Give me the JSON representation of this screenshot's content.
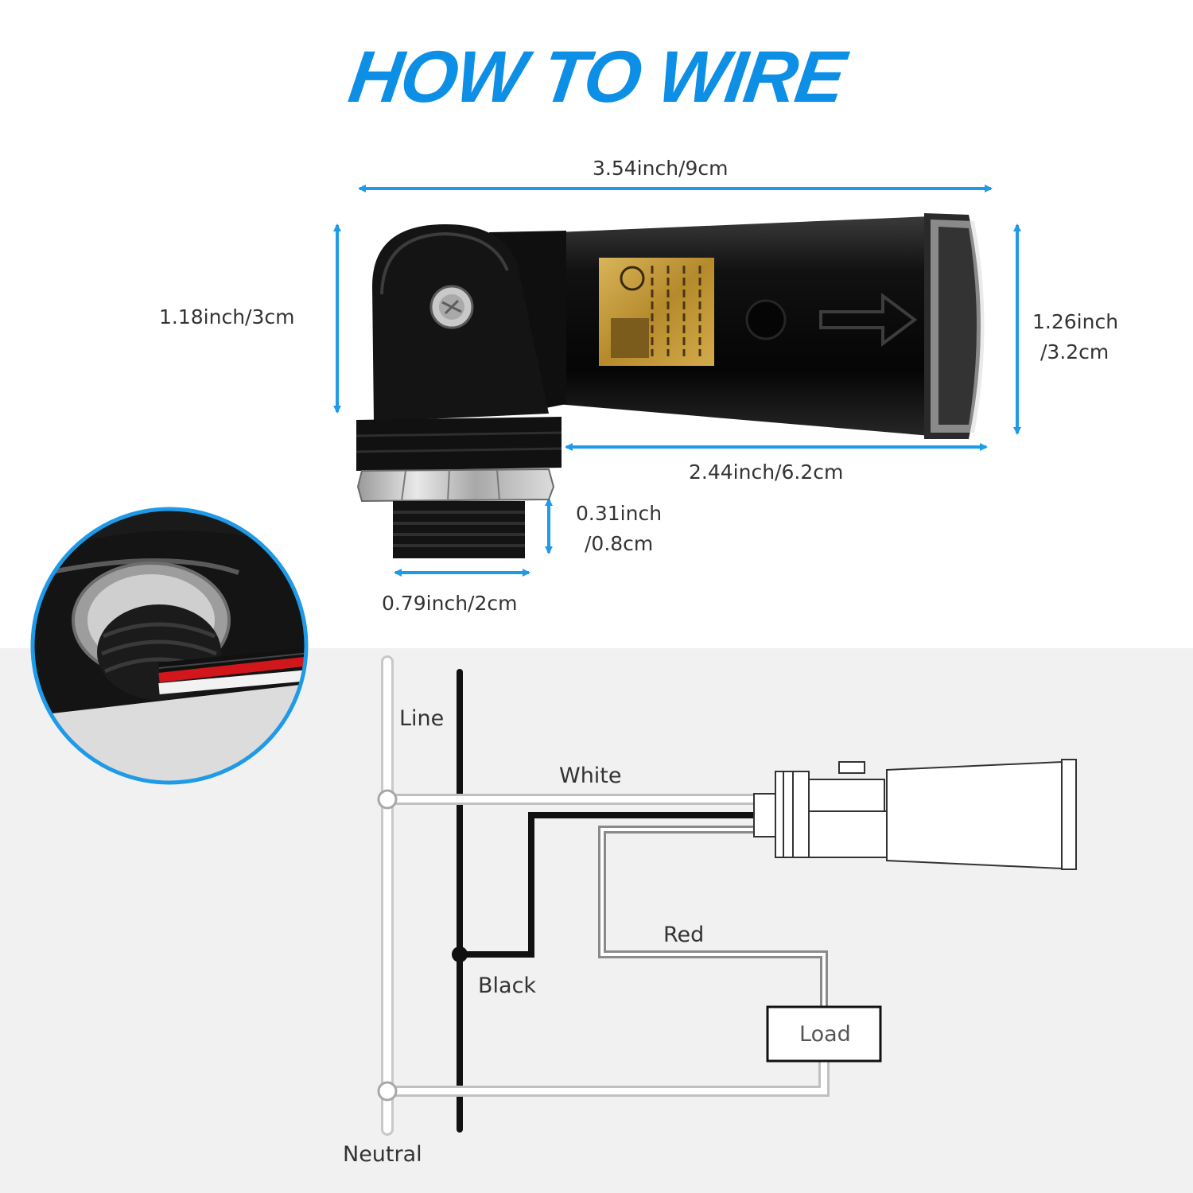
{
  "title": "HOW TO WIRE",
  "colors": {
    "accent": "#0d8fe6",
    "dimension_arrow": "#1e9ae8",
    "device_body": "#0b0b0b",
    "bottom_background": "#f1f1f1"
  },
  "dimensions": {
    "overall_length": "3.54inch/9cm",
    "body_length": "2.44inch/6.2cm",
    "head_height": "1.18inch/3cm",
    "tube_diameter_line1": "1.26inch",
    "tube_diameter_line2": "/3.2cm",
    "thread_length_line1": "0.31inch",
    "thread_length_line2": "/0.8cm",
    "thread_width": "0.79inch/2cm"
  },
  "wiring": {
    "line": "Line",
    "neutral": "Neutral",
    "white": "White",
    "black": "Black",
    "red": "Red",
    "load": "Load"
  },
  "icons": [
    "ul-listed-label",
    "arrow-right-icon"
  ]
}
